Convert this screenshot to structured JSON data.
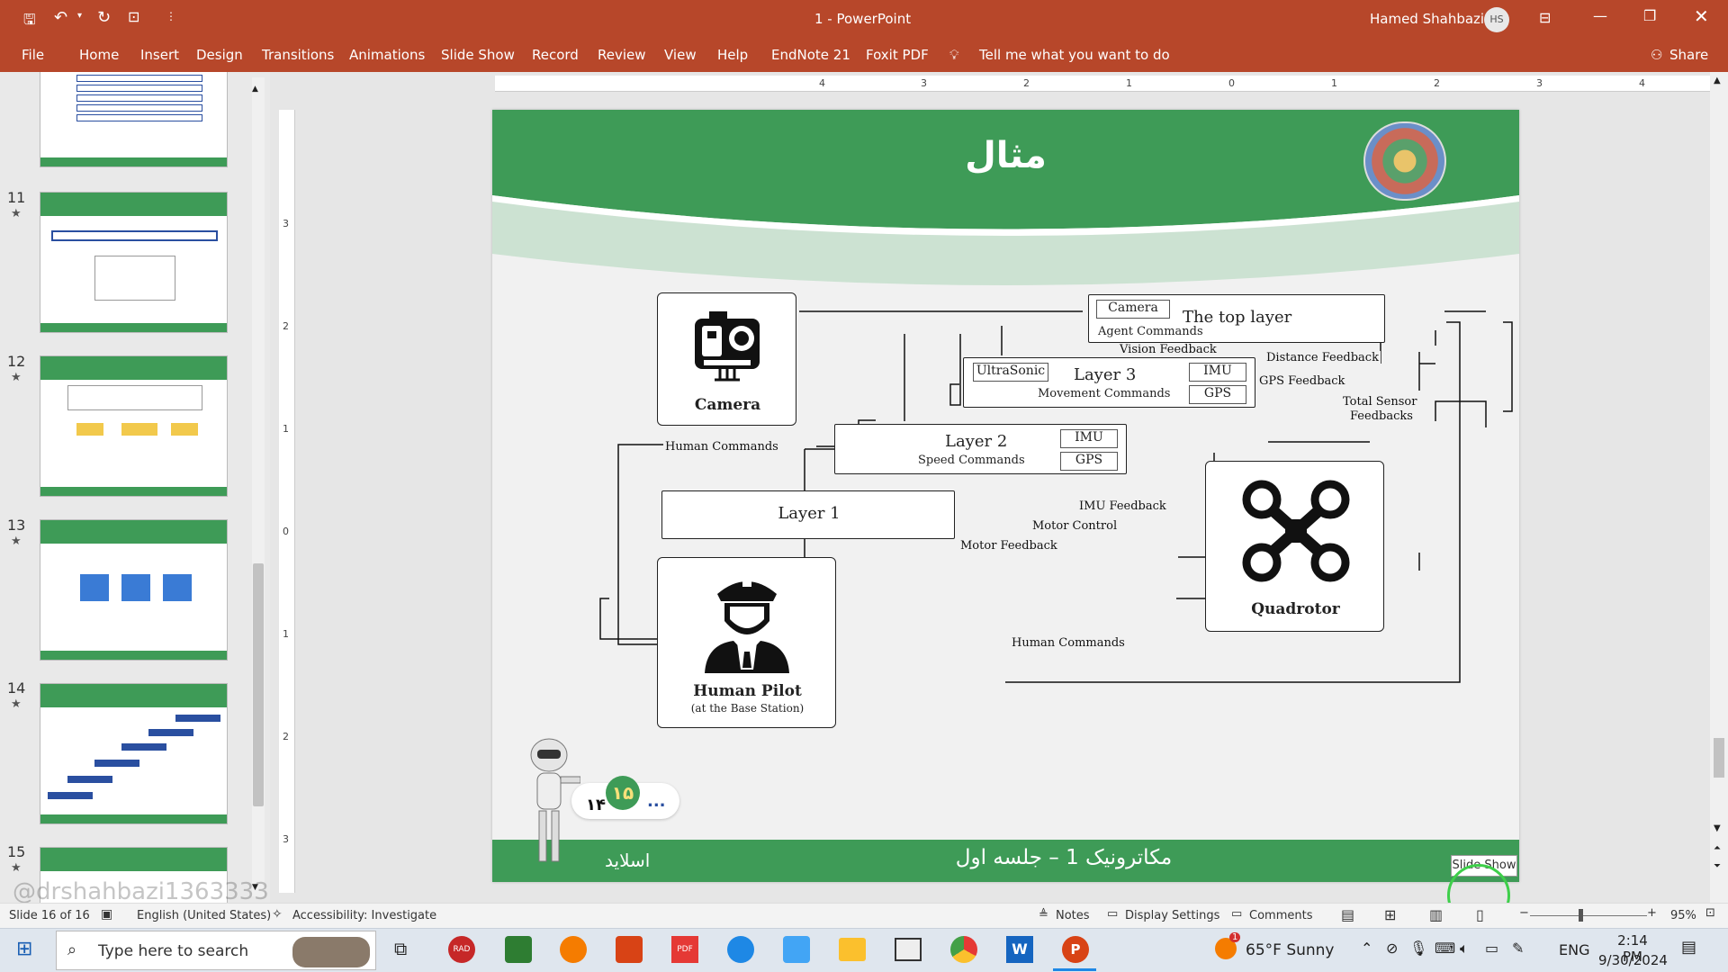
{
  "window": {
    "title": "1  -  PowerPoint",
    "user": "Hamed Shahbazi",
    "user_initials": "HS"
  },
  "ribbon": {
    "tabs": [
      "File",
      "Home",
      "Insert",
      "Design",
      "Transitions",
      "Animations",
      "Slide Show",
      "Record",
      "Review",
      "View",
      "Help",
      "EndNote 21",
      "Foxit PDF"
    ],
    "tell_me": "Tell me what you want to do",
    "share": "Share"
  },
  "ruler": {
    "h_ticks": [
      "4",
      "3",
      "2",
      "1",
      "0",
      "1",
      "2",
      "3",
      "4"
    ],
    "v_ticks": [
      "3",
      "2",
      "1",
      "0",
      "1",
      "2",
      "3"
    ]
  },
  "thumbnails": [
    {
      "number": "",
      "star": ""
    },
    {
      "number": "11",
      "star": "★"
    },
    {
      "number": "12",
      "star": "★"
    },
    {
      "number": "13",
      "star": "★"
    },
    {
      "number": "14",
      "star": "★"
    },
    {
      "number": "15",
      "star": "★"
    }
  ],
  "slide": {
    "title": "مثال",
    "footer_title": "مکاترونیک 1 – جلسه اول",
    "footer_slide_word": "اسلاید",
    "page_current": "۱۵",
    "page_prev": "۱۴",
    "page_more": "...",
    "diagram": {
      "camera": "Camera",
      "top_layer_tag": "Camera",
      "top_layer": "The top layer",
      "agent_commands": "Agent Commands",
      "vision_feedback": "Vision Feedback",
      "distance_feedback": "Distance Feedback",
      "gps_feedback": "GPS Feedback",
      "total_sensor": "Total Sensor",
      "feedbacks": "Feedbacks",
      "ultrasonic": "UltraSonic",
      "layer3": "Layer 3",
      "movement_commands": "Movement Commands",
      "imu": "IMU",
      "gps": "GPS",
      "layer2": "Layer 2",
      "speed_commands": "Speed Commands",
      "human_commands": "Human Commands",
      "layer1": "Layer 1",
      "imu_feedback": "IMU Feedback",
      "motor_control": "Motor Control",
      "motor_feedback": "Motor Feedback",
      "quadrotor": "Quadrotor",
      "human_pilot": "Human Pilot",
      "base_station": "(at the Base Station)"
    }
  },
  "tooltip": "Slide Show",
  "watermark": "@drshahbazi1363333",
  "status": {
    "slide_info": "Slide 16 of 16",
    "language": "English (United States)",
    "accessibility": "Accessibility: Investigate",
    "notes": "Notes",
    "display": "Display Settings",
    "comments": "Comments",
    "zoom": "95%"
  },
  "taskbar": {
    "search_placeholder": "Type here to search",
    "weather": "65°F  Sunny",
    "weather_badge": "1",
    "lang": "ENG",
    "time": "2:14 PM",
    "date": "9/30/2024"
  }
}
